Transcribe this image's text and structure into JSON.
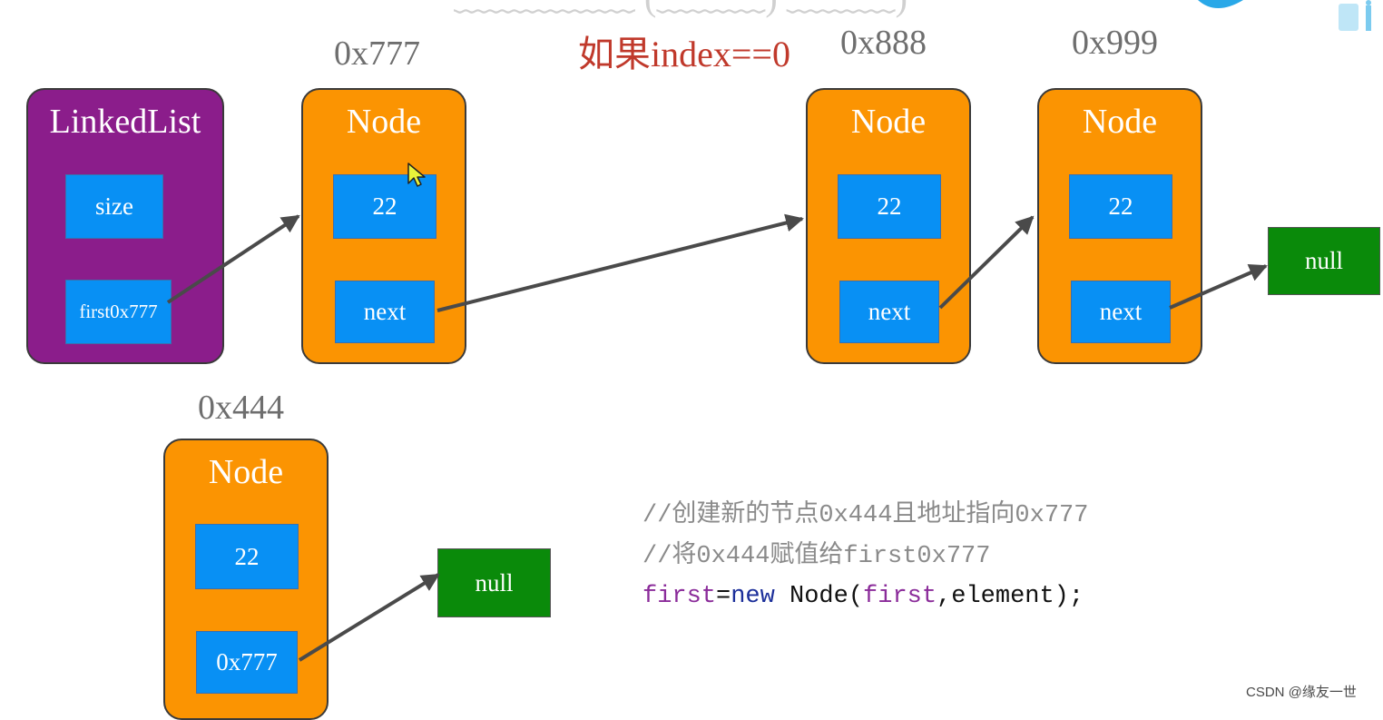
{
  "condition": "如果index==0",
  "linked_list": {
    "title": "LinkedList",
    "size_field": "size",
    "first_field": "first0x777"
  },
  "nodes": [
    {
      "address": "0x777",
      "title": "Node",
      "value": "22",
      "next": "next"
    },
    {
      "address": "0x888",
      "title": "Node",
      "value": "22",
      "next": "next"
    },
    {
      "address": "0x999",
      "title": "Node",
      "value": "22",
      "next": "next"
    },
    {
      "address": "0x444",
      "title": "Node",
      "value": "22",
      "next": "0x777"
    }
  ],
  "null_labels": [
    "null",
    "null"
  ],
  "code": {
    "comment1": "//创建新的节点0x444且地址指向0x777",
    "comment2": "//将0x444赋值给first0x777",
    "line3": {
      "first_kw": "first",
      "eq": "=",
      "new_kw": "new",
      "node_call": " Node(",
      "first_arg": "first",
      "rest": ",element);"
    }
  },
  "watermark": "CSDN @缘友一世",
  "colors": {
    "linked_list_bg": "#8b1d8b",
    "node_bg": "#fb9402",
    "field_bg": "#0890f4",
    "null_bg": "#0a8a0a",
    "condition_text": "#c0392b",
    "arrow": "#4a4a4a"
  }
}
